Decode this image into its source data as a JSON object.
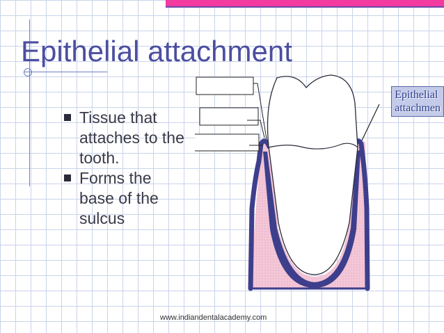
{
  "slide": {
    "title": "Epithelial attachment",
    "bullets": [
      "Tissue that attaches to the tooth.",
      " Forms the base of the sulcus"
    ],
    "callout": {
      "line1": "Epithelial",
      "line2": "attachmen"
    },
    "footer": "www.indiandentalacademy.com"
  },
  "diagram": {
    "label_boxes_text": [
      "",
      "",
      ""
    ]
  },
  "colors": {
    "title": "#4b4ea0",
    "gingiva_outline": "#3d3f8c",
    "gingiva_fill": "#f3c7d7",
    "accent_band": "#f23aa0",
    "callout_bg": "#c3cbe9",
    "grid": "#c9d3ea"
  }
}
